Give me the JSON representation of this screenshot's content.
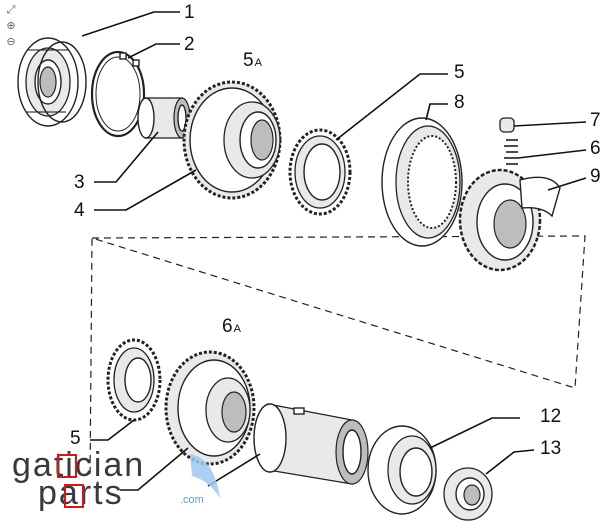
{
  "diagram": {
    "callouts": [
      {
        "id": "c1",
        "text": "1"
      },
      {
        "id": "c2",
        "text": "2"
      },
      {
        "id": "c3",
        "text": "3"
      },
      {
        "id": "c4",
        "text": "4"
      },
      {
        "id": "c5",
        "text": "5"
      },
      {
        "id": "c8",
        "text": "8"
      },
      {
        "id": "c7",
        "text": "7"
      },
      {
        "id": "c6",
        "text": "6"
      },
      {
        "id": "c9",
        "text": "9"
      },
      {
        "id": "c5b",
        "text": "5"
      },
      {
        "id": "c12",
        "text": "12"
      },
      {
        "id": "c13",
        "text": "13"
      }
    ],
    "group_labels": [
      {
        "num": "5",
        "letter": "A"
      },
      {
        "num": "6",
        "letter": "A"
      }
    ]
  },
  "toolbar": {
    "icons": [
      "expand-icon",
      "zoom-in-icon",
      "zoom-out-icon"
    ]
  },
  "watermark": {
    "line1": "gatician",
    "line2": "parts",
    "domain": ".com",
    "accent_color": "#d01a1a",
    "wing_color": "#9cc8ee"
  }
}
